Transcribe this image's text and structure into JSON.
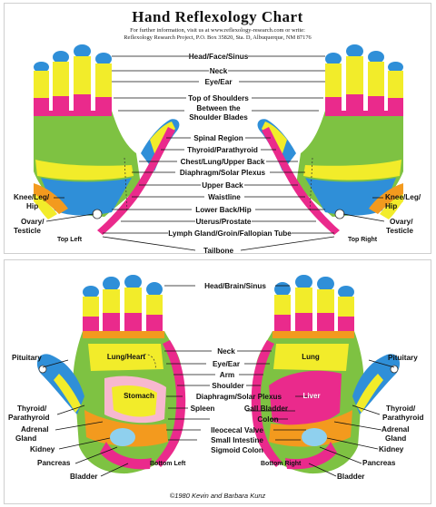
{
  "title": "Hand Reflexology Chart",
  "subtitle_line1": "For further information, visit us at www.reflexology-research.com or write:",
  "subtitle_line2": "Reflexology Research Project, P.O. Box 35820, Sta. D, Albuquerque, NM 87176",
  "top_card": {
    "labels": {
      "head_face_sinus": "Head/Face/Sinus",
      "neck": "Neck",
      "eye_ear": "Eye/Ear",
      "top_of_shoulders": "Top of Shoulders",
      "between_line1": "Between the",
      "between_line2": "Shoulder Blades",
      "spinal_region": "Spinal Region",
      "thyroid_parathyroid": "Thyroid/Parathyroid",
      "chest_lung_upper_back": "Chest/Lung/Upper Back",
      "diaphragm_solar_plexus": "Diaphragm/Solar Plexus",
      "upper_back": "Upper Back",
      "waistline": "Waistline",
      "lower_back_hip": "Lower Back/Hip",
      "uterus_prostate": "Uterus/Prostate",
      "lymph_gland": "Lymph Gland/Groin/Fallopian Tube",
      "tailbone": "Tailbone",
      "knee_left_1": "Knee/Leg/",
      "knee_left_2": "Hip",
      "ovary_left_1": "Ovary/",
      "ovary_left_2": "Testicle",
      "knee_right_1": "Knee/Leg/",
      "knee_right_2": "Hip",
      "ovary_right_1": "Ovary/",
      "ovary_right_2": "Testicle",
      "top_left": "Top Left",
      "top_right": "Top Right"
    }
  },
  "bottom_card": {
    "labels": {
      "head_brain_sinus": "Head/Brain/Sinus",
      "neck": "Neck",
      "eye_ear": "Eye/Ear",
      "arm": "Arm",
      "shoulder": "Shoulder",
      "diaphragm_solar_plexus": "Diaphragm/Solar Plexus",
      "spleen": "Spleen",
      "gall_bladder": "Gall Bladder",
      "colon": "Colon",
      "ileocecal_valve": "Ileocecal Valve",
      "small_intestine": "Small Intestine",
      "sigmoid_colon": "Sigmoid Colon",
      "pituitary_left": "Pituitary",
      "pituitary_right": "Pituitary",
      "thyroid_left_1": "Thyroid/",
      "thyroid_left_2": "Parathyroid",
      "thyroid_right_1": "Thyroid/",
      "thyroid_right_2": "Parathyroid",
      "adrenal_left_1": "Adrenal",
      "adrenal_left_2": "Gland",
      "adrenal_right_1": "Adrenal",
      "adrenal_right_2": "Gland",
      "kidney_left": "Kidney",
      "kidney_right": "Kidney",
      "pancreas_left": "Pancreas",
      "pancreas_right": "Pancreas",
      "bladder_left": "Bladder",
      "bladder_right": "Bladder",
      "lung_heart": "Lung/Heart",
      "lung": "Lung",
      "stomach": "Stomach",
      "liver": "Liver",
      "bottom_left": "Bottom Left",
      "bottom_right": "Bottom Right"
    },
    "copyright": "©1980 Kevin and Barbara Kunz"
  },
  "colors": {
    "blue": "#2f8fd8",
    "yellow": "#f2ec2a",
    "magenta": "#ea2a8c",
    "green": "#7ec242",
    "orange": "#f39a1e",
    "pink": "#f7b8cf",
    "lightblue": "#8fd0ee"
  }
}
